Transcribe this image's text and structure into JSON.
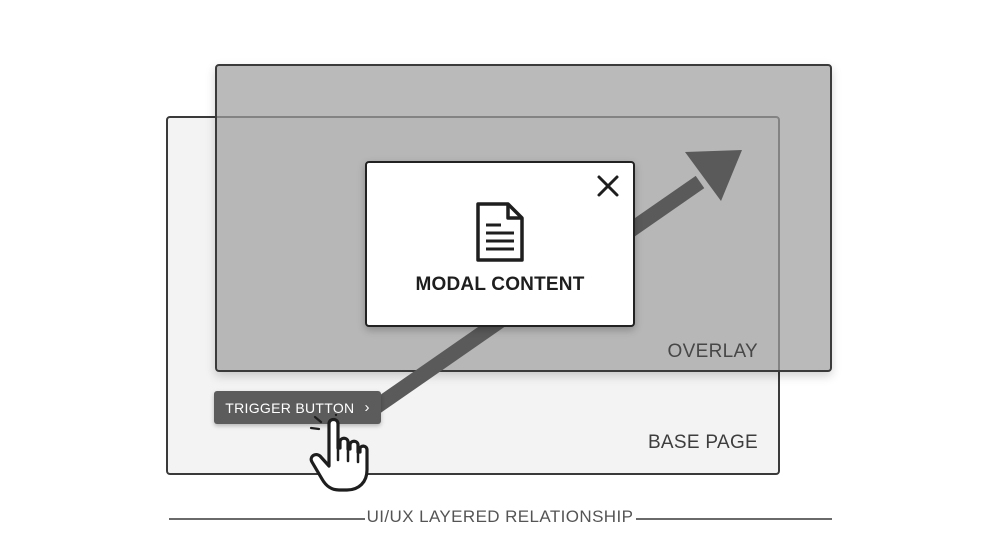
{
  "base_page": {
    "label": "BASE PAGE"
  },
  "overlay": {
    "label": "OVERLAY"
  },
  "modal": {
    "content_label": "MODAL CONTENT",
    "close_icon": "close-icon",
    "content_icon": "document-icon"
  },
  "trigger": {
    "label": "TRIGGER BUTTON",
    "chevron_icon": "chevron-right-icon",
    "cursor_icon": "hand-pointer-icon"
  },
  "caption": "UI/UX LAYERED RELATIONSHIP",
  "colors": {
    "overlay_fill": "#a0a0a0",
    "base_fill": "#f3f3f3",
    "button_fill": "#5c5c5c",
    "arrow": "#5a5a5a",
    "border": "#3a3a3a"
  }
}
